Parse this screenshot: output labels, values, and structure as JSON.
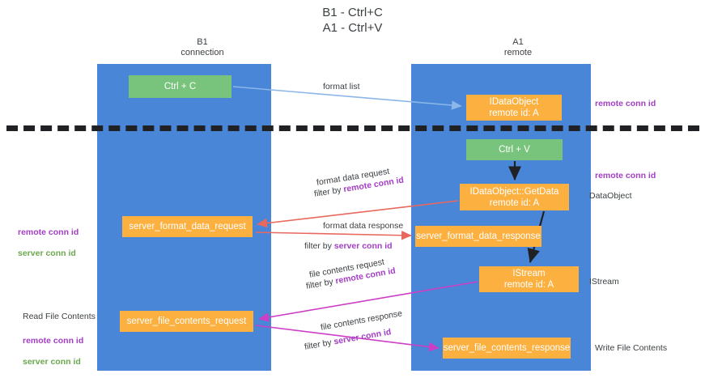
{
  "header": {
    "title": "B1 - Ctrl+C\nA1 - Ctrl+V"
  },
  "columns": [
    {
      "id": "b1",
      "label": "B1\nconnection"
    },
    {
      "id": "a1",
      "label": "A1\nremote"
    }
  ],
  "nodes": {
    "ctrl_c": "Ctrl + C",
    "idataobject": "IDataObject\nremote id: A",
    "ctrl_v": "Ctrl + V",
    "getdata": "IDataObject::GetData\nremote id: A",
    "server_format_data_request": "server_format_data_request",
    "server_format_data_response": "server_format_data_response",
    "istream": "IStream\nremote id: A",
    "server_file_contents_request": "server_file_contents_request",
    "server_file_contents_response": "server_file_contents_response"
  },
  "edges": {
    "format_list": "format list",
    "format_data_request": "format data request",
    "format_data_request_filter_prefix": "filter by ",
    "format_data_request_filter_key": "remote conn id",
    "format_data_response": "format data response",
    "format_data_response_filter_prefix": "filter by ",
    "format_data_response_filter_key": "server conn id",
    "file_contents_request": "file contents request",
    "file_contents_request_filter_prefix": "filter by ",
    "file_contents_request_filter_key": "remote conn id",
    "file_contents_response": "file contents response",
    "file_contents_response_filter_prefix": "filter by ",
    "file_contents_response_filter_key": "server conn id"
  },
  "annotations": {
    "remote_conn_id_top": "remote conn id",
    "remote_conn_id_mid": "remote conn id",
    "dataobject": "DataObject",
    "istream": "IStream",
    "write_file_contents": "Write File Contents",
    "read_file_contents": "Read File Contents",
    "left_mid_remote": "remote conn id",
    "left_mid_server": "server conn id",
    "left_bot_remote": "remote conn id",
    "left_bot_server": "server conn id"
  },
  "colors": {
    "lane": "#4a86d8",
    "node_green": "#78c47c",
    "node_orange": "#fbb040",
    "remote_key": "#a33ec4",
    "server_key": "#6aa84f",
    "arrow_blue": "#8ab6e8",
    "arrow_red": "#e8685d",
    "arrow_magenta": "#cc3ec4",
    "arrow_black": "#202124",
    "divider": "#202124"
  }
}
